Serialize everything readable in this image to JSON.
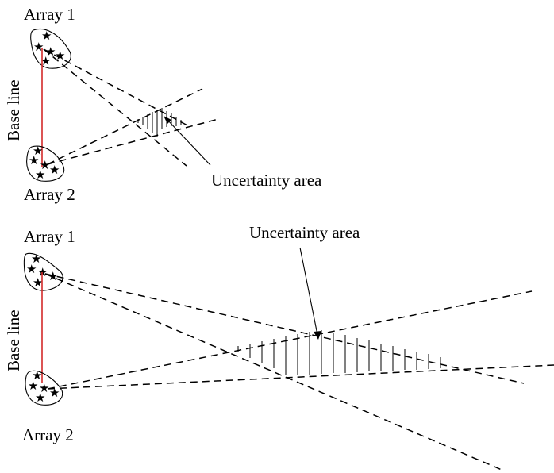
{
  "diagram_top": {
    "array1_label": "Array 1",
    "array2_label": "Array 2",
    "baseline_label": "Base line",
    "uncertainty_label": "Uncertainty area"
  },
  "diagram_bottom": {
    "array1_label": "Array 1",
    "array2_label": "Array 2",
    "baseline_label": "Base line",
    "uncertainty_label": "Uncertainty area"
  },
  "icons": {
    "sensor": "star-icon"
  },
  "colors": {
    "baseline": "#d42a2a",
    "lines": "#000000"
  }
}
